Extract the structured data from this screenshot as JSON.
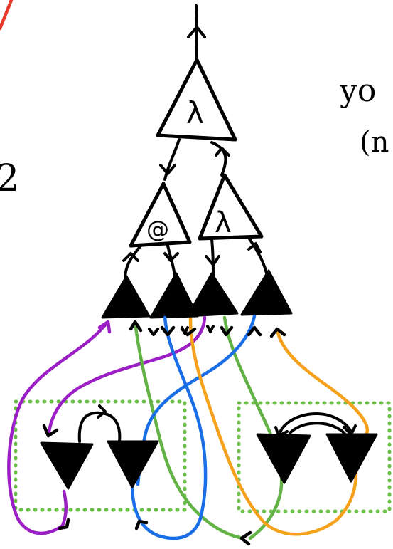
{
  "nodes": {
    "top_lambda": {
      "label": "λ"
    },
    "app": {
      "label": "@"
    },
    "inner_lambda": {
      "label": "λ"
    }
  },
  "margin_text": {
    "right_top": "yo",
    "right_bottom": "(n",
    "left": "2"
  },
  "colors": {
    "ink": "#000000",
    "purple": "#9b1fc4",
    "green": "#62b245",
    "blue": "#1a6fe8",
    "orange": "#f5a11c",
    "box": "#6cc04a",
    "red": "#e63a2a"
  }
}
